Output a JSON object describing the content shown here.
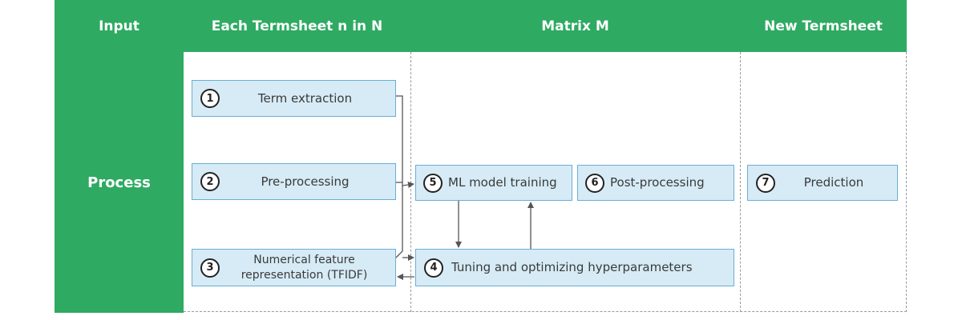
{
  "colors": {
    "header_green": "#2eaa62",
    "box_fill": "#d6ebf6",
    "box_border": "#6aaed6",
    "connector": "#555555"
  },
  "header": {
    "input": "Input",
    "termsheet": "Each Termsheet n in N",
    "matrix": "Matrix M",
    "new_termsheet": "New Termsheet"
  },
  "row_label": "Process",
  "steps": [
    {
      "num": "1",
      "label": "Term extraction"
    },
    {
      "num": "2",
      "label": "Pre-processing"
    },
    {
      "num": "3",
      "label": "Numerical feature representation (TFIDF)"
    },
    {
      "num": "4",
      "label": "Tuning and optimizing hyperparameters"
    },
    {
      "num": "5",
      "label": "ML model training"
    },
    {
      "num": "6",
      "label": "Post-processing"
    },
    {
      "num": "7",
      "label": "Prediction"
    }
  ]
}
